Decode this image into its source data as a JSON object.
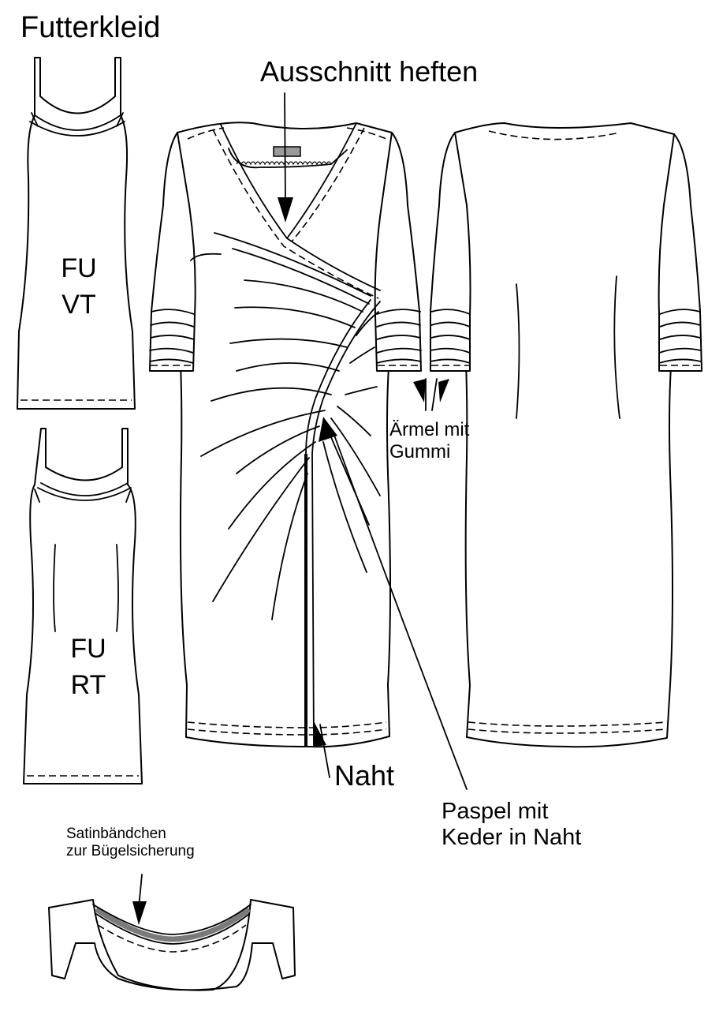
{
  "title": "Futterkleid",
  "labels": {
    "neckline": "Ausschnitt heften",
    "sleeve": "Ärmel mit\nGummi",
    "seam": "Naht",
    "piping": "Paspel mit\nKeder in Naht",
    "satin": "Satinbändchen\nzur Bügelsicherung"
  },
  "pieces": {
    "front_lining": "FU\nVT",
    "back_lining": "FU\nRT"
  },
  "colors": {
    "line": "#000000",
    "label_tag": "#9a9a9a",
    "satin_band": "#7a7a7a"
  }
}
